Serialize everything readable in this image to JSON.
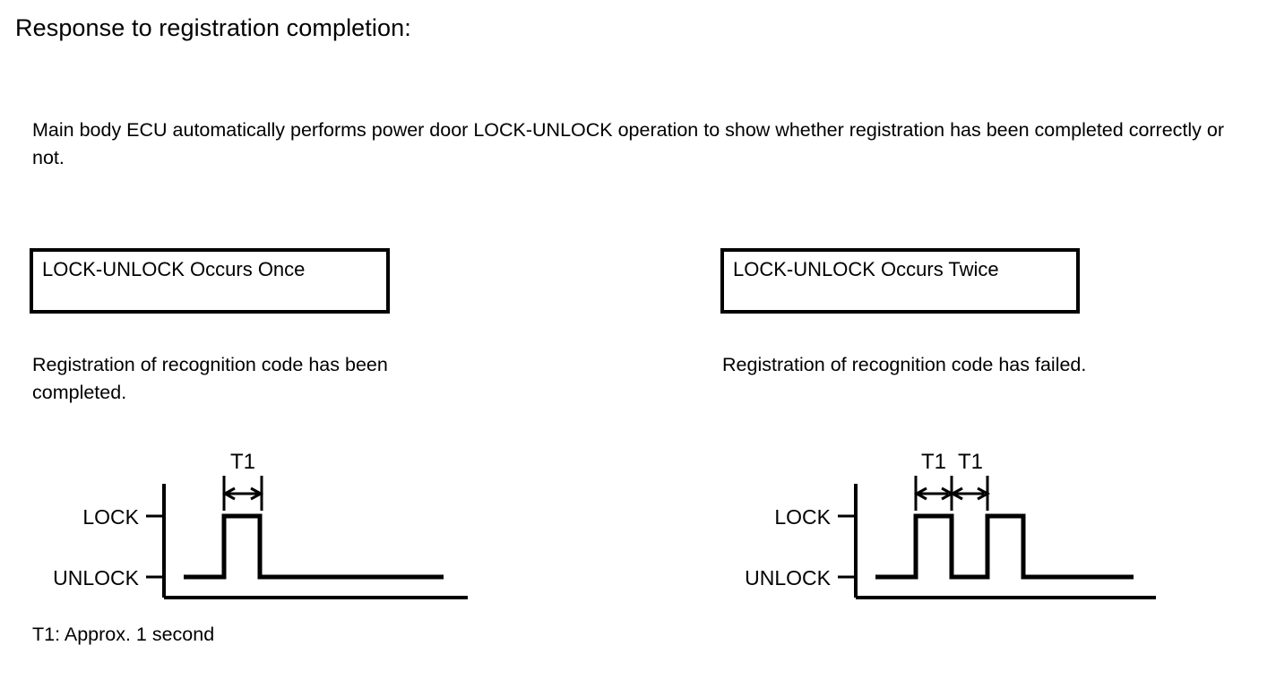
{
  "page": {
    "title": "Response to registration completion:",
    "intro": "Main body ECU automatically performs power door LOCK-UNLOCK operation to show whether registration has been completed correctly or not.",
    "footnote": "T1: Approx. 1 second",
    "ink_color": "#000000",
    "background_color": "#ffffff"
  },
  "columns": [
    {
      "box_label": "LOCK-UNLOCK Occurs Once",
      "caption": "Registration of recognition code has been completed.",
      "timing": {
        "y_labels": [
          "LOCK",
          "UNLOCK"
        ],
        "dimension_labels": [
          "T1"
        ],
        "pulse_count": 1
      }
    },
    {
      "box_label": "LOCK-UNLOCK Occurs Twice",
      "caption": "Registration of recognition code has failed.",
      "timing": {
        "y_labels": [
          "LOCK",
          "UNLOCK"
        ],
        "dimension_labels": [
          "T1",
          "T1"
        ],
        "pulse_count": 2
      }
    }
  ]
}
